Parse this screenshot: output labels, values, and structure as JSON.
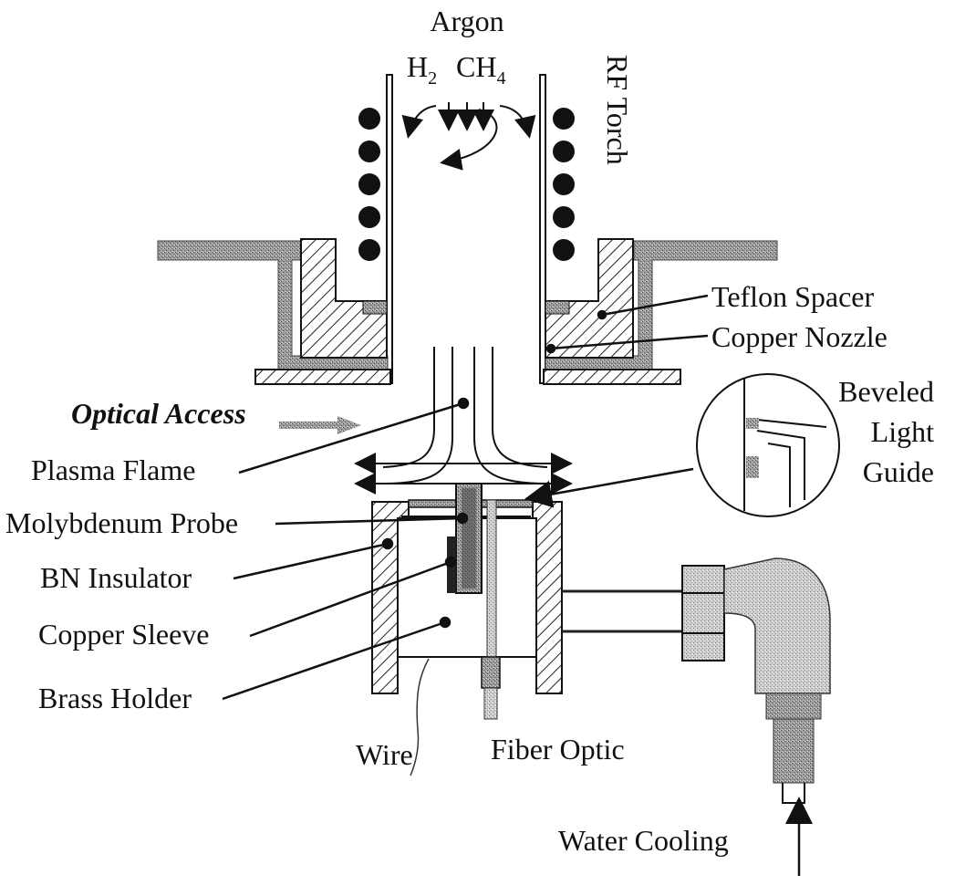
{
  "labels": {
    "argon": "Argon",
    "h2": "H",
    "h2_sub": "2",
    "ch4": "CH",
    "ch4_sub": "4",
    "rf_torch": "RF Torch",
    "teflon_spacer": "Teflon Spacer",
    "copper_nozzle": "Copper Nozzle",
    "beveled": "Beveled",
    "light": "Light",
    "guide": "Guide",
    "optical_access": "Optical Access",
    "plasma_flame": "Plasma Flame",
    "molybdenum_probe": "Molybdenum Probe",
    "bn_insulator": "BN Insulator",
    "copper_sleeve": "Copper Sleeve",
    "brass_holder": "Brass Holder",
    "wire": "Wire",
    "fiber_optic": "Fiber Optic",
    "water_cooling": "Water Cooling"
  },
  "icons": [
    "rf-coil-icon",
    "flow-arrow-icon",
    "water-inlet-arrow-icon"
  ],
  "colors": {
    "ink": "#111111",
    "gray_fill": "#8a8a8a",
    "light_gray": "#c9c9c9"
  }
}
